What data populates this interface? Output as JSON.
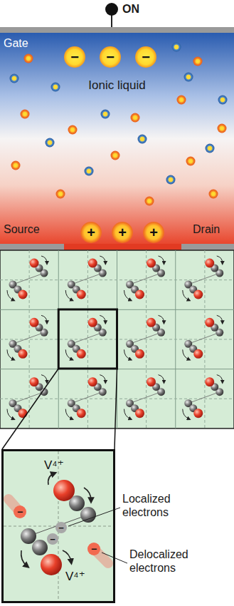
{
  "diagram": {
    "nodes": [
      {
        "text": [
          "Gate",
          "Ionic liquid"
        ]
      },
      {
        "text": [
          "−"
        ],
        "in": 0
      },
      {
        "text": [
          "−"
        ],
        "in": 0
      },
      {
        "text": [
          "−"
        ],
        "in": 0
      },
      {
        "text": [
          "+"
        ],
        "in": 0
      },
      {
        "text": [
          "+"
        ],
        "in": 0
      },
      {
        "text": [
          "+"
        ],
        "in": 0
      },
      {
        "text": [
          "V⁴⁺",
          "V⁴⁺"
        ]
      },
      {
        "text": [
          "−"
        ],
        "in": 7
      },
      {
        "text": [
          "−"
        ],
        "in": 7
      },
      {
        "text": [
          "−"
        ],
        "in": 7
      },
      {
        "text": [
          "−"
        ],
        "in": 7
      }
    ],
    "labels": [
      "ON",
      "Source",
      "Drain",
      "Localized electrons",
      "Delocalized electrons"
    ]
  }
}
